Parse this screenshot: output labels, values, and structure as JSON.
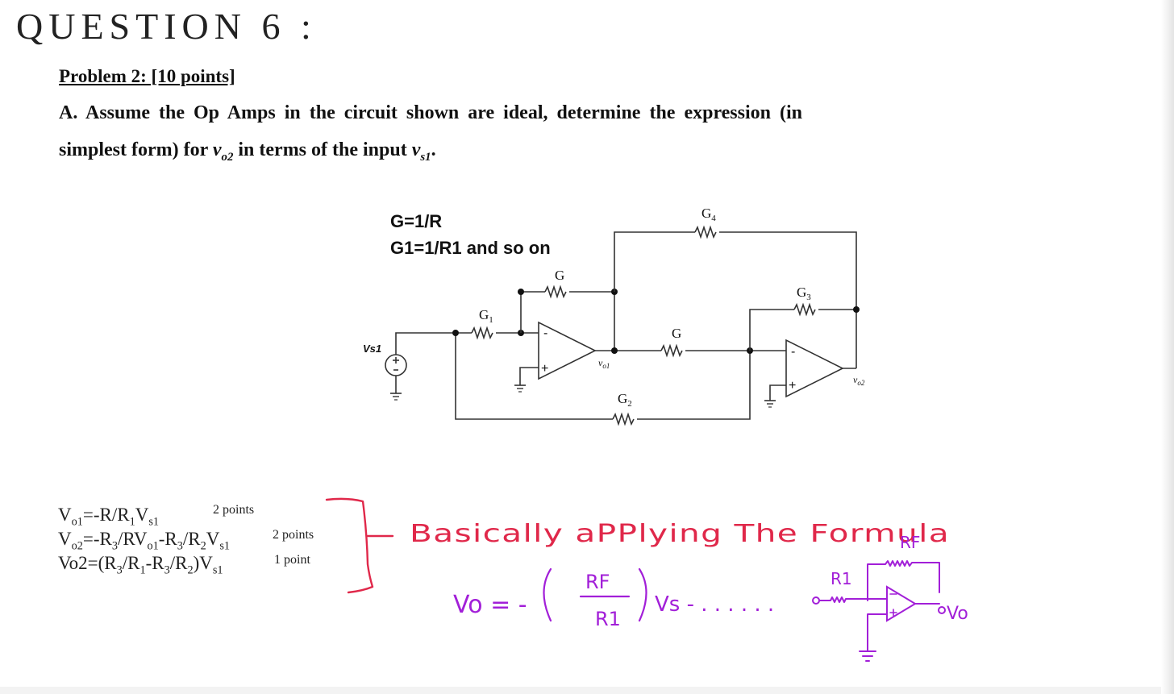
{
  "question": {
    "title": "QUESTION 6 :"
  },
  "problem": {
    "heading": "Problem 2: [10 points]",
    "line1": "A. Assume the Op Amps in the circuit shown are ideal, determine the expression (in",
    "line2_prefix": "simplest form) for ",
    "line2_var1_main": "v",
    "line2_var1_sub": "o2",
    "line2_middle": " in terms of the input ",
    "line2_var2_main": "v",
    "line2_var2_sub": "s1",
    "line2_suffix": "."
  },
  "circuit": {
    "note_line1": "G=1/R",
    "note_line2": "G1=1/R1 and so on",
    "source_label": "Vs1",
    "g_label": "G",
    "g1_label_main": "G",
    "g1_label_sub": "1",
    "g2_label_main": "G",
    "g2_label_sub": "2",
    "g3_label_main": "G",
    "g3_label_sub": "3",
    "g4_label_main": "G",
    "g4_label_sub": "4",
    "g_second_label": "G",
    "vo1_label_main": "v",
    "vo1_label_sub": "o1",
    "vo2_label_main": "v",
    "vo2_label_sub": "o2",
    "minus_sign": "-",
    "plus_sign": "+"
  },
  "answer": {
    "eq1_a": "V",
    "eq1_a_sub": "o1",
    "eq1_b": "=-R/R",
    "eq1_b_sub": "1",
    "eq1_c": "V",
    "eq1_c_sub": "s1",
    "eq1_points": "2 points",
    "eq2_a": "V",
    "eq2_a_sub": "o2",
    "eq2_b": "=-R",
    "eq2_b_sub": "3",
    "eq2_c": "/RV",
    "eq2_c_sub": "o1",
    "eq2_d": "-R",
    "eq2_d_sub": "3",
    "eq2_e": "/R",
    "eq2_e_sub": "2",
    "eq2_f": "V",
    "eq2_f_sub": "s1",
    "eq2_points": "2 points",
    "eq3_a": "Vo2=(R",
    "eq3_a_sub": "3",
    "eq3_b": "/R",
    "eq3_b_sub": "1",
    "eq3_c": "-R",
    "eq3_c_sub": "3",
    "eq3_d": "/R",
    "eq3_d_sub": "2",
    "eq3_e": ")V",
    "eq3_e_sub": "s1",
    "eq3_points": "1 point"
  },
  "annotations": {
    "comment": "Basically aPPlying The Formula",
    "rf_label": "RF",
    "r1_label": "R1",
    "formula_lhs": "Vo = -",
    "frac_num": "RF",
    "frac_den": "R1",
    "formula_rhs": "Vs - . . . . . .",
    "vo_label": "Vo",
    "red_color": "#e0284a",
    "purple_color": "#a21fd8"
  }
}
